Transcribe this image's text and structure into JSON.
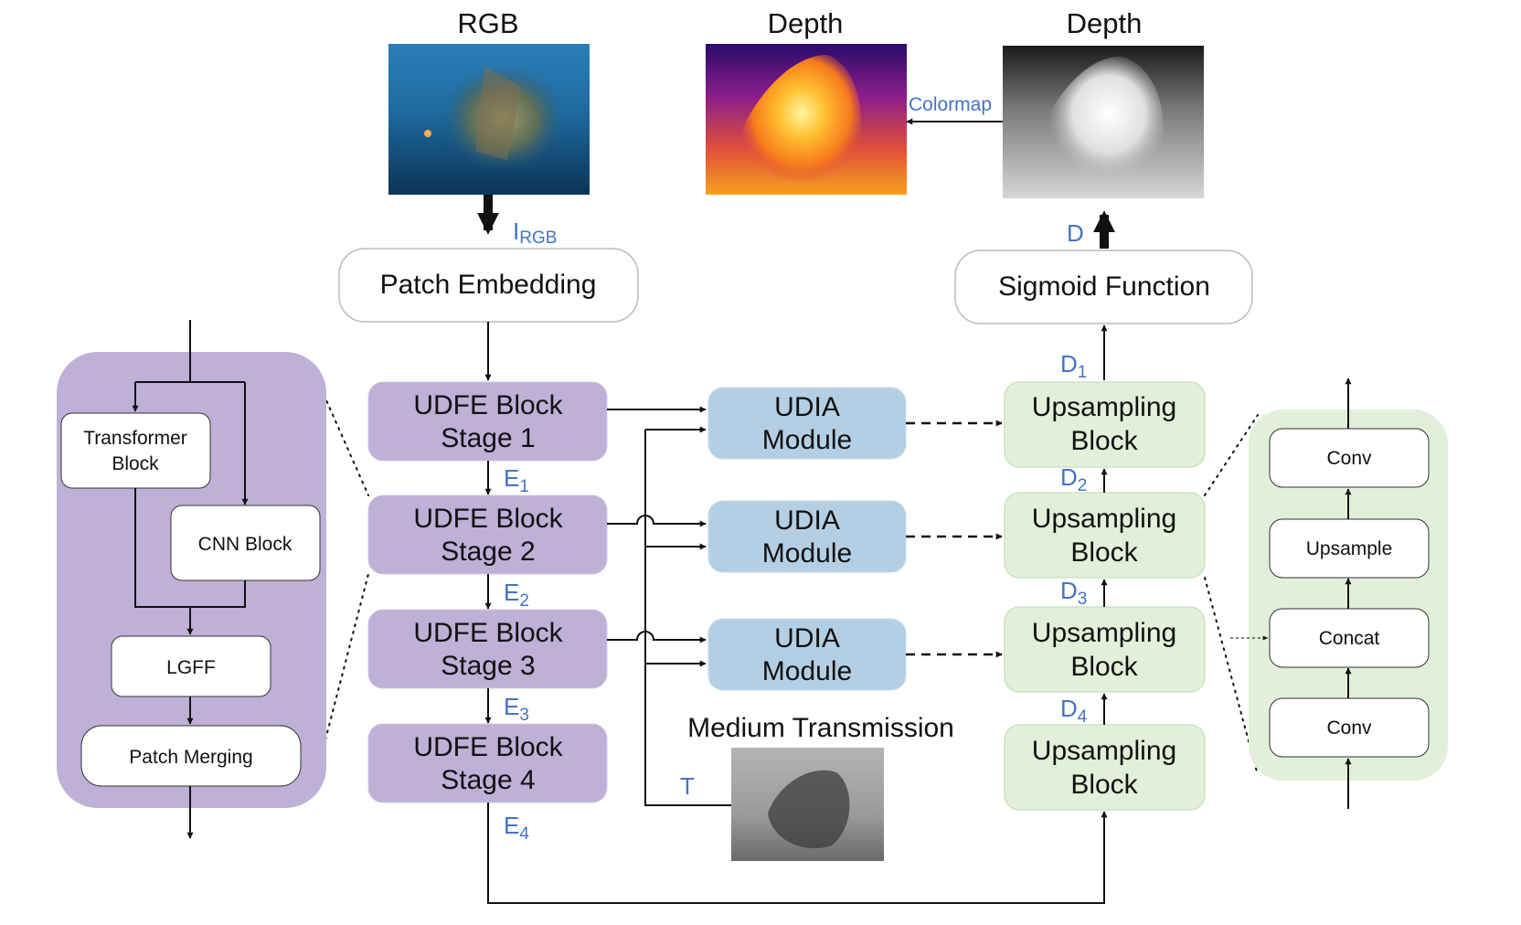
{
  "colors": {
    "udfe_fill": "#beb0d6",
    "udia_fill": "#b4cfe4",
    "upsampling_fill": "#e2efd9",
    "left_panel_fill": "#beb0d6",
    "right_panel_fill": "#e2efd9",
    "label_blue": "#4472c4",
    "stroke": "#111111"
  },
  "headers": {
    "rgb": "RGB",
    "depth_color": "Depth",
    "depth_gray": "Depth"
  },
  "images": {
    "rgb": "underwater-shipwreck-photo",
    "depth_color": "colormapped-depth-map",
    "depth_gray": "grayscale-depth-map",
    "transmission": "grayscale-transmission-map"
  },
  "labels": {
    "colormap": "Colormap",
    "i_main": "I",
    "i_sub": "RGB",
    "d": "D",
    "t": "T",
    "medium_transmission": "Medium Transmission"
  },
  "main": {
    "patch_embedding": "Patch Embedding",
    "sigmoid": "Sigmoid Function",
    "udfe": [
      {
        "line1": "UDFE Block",
        "line2": "Stage 1"
      },
      {
        "line1": "UDFE Block",
        "line2": "Stage 2"
      },
      {
        "line1": "UDFE Block",
        "line2": "Stage 3"
      },
      {
        "line1": "UDFE Block",
        "line2": "Stage 4"
      }
    ],
    "udia": [
      {
        "line1": "UDIA",
        "line2": "Module"
      },
      {
        "line1": "UDIA",
        "line2": "Module"
      },
      {
        "line1": "UDIA",
        "line2": "Module"
      }
    ],
    "upsampling": [
      {
        "line1": "Upsampling",
        "line2": "Block"
      },
      {
        "line1": "Upsampling",
        "line2": "Block"
      },
      {
        "line1": "Upsampling",
        "line2": "Block"
      },
      {
        "line1": "Upsampling",
        "line2": "Block"
      }
    ],
    "e_labels": [
      {
        "main": "E",
        "sub": "1"
      },
      {
        "main": "E",
        "sub": "2"
      },
      {
        "main": "E",
        "sub": "3"
      },
      {
        "main": "E",
        "sub": "4"
      }
    ],
    "d_labels": [
      {
        "main": "D",
        "sub": "1"
      },
      {
        "main": "D",
        "sub": "2"
      },
      {
        "main": "D",
        "sub": "3"
      },
      {
        "main": "D",
        "sub": "4"
      }
    ]
  },
  "left_panel": {
    "transformer_line1": "Transformer",
    "transformer_line2": "Block",
    "cnn": "CNN Block",
    "lgff": "LGFF",
    "patch_merging": "Patch Merging"
  },
  "right_panel": {
    "conv_top": "Conv",
    "upsample": "Upsample",
    "concat": "Concat",
    "conv_bottom": "Conv"
  }
}
